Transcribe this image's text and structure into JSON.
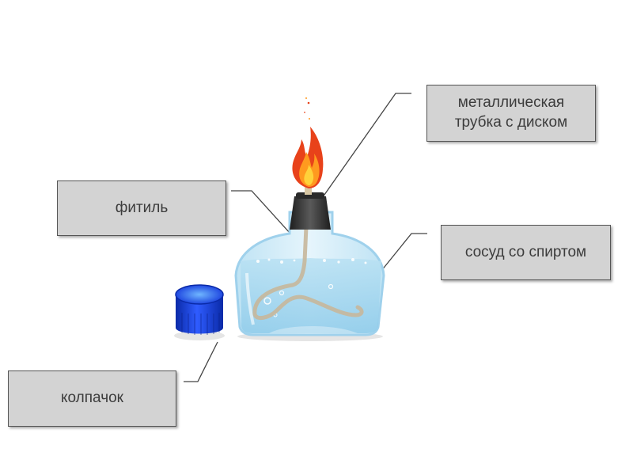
{
  "labels": {
    "tube": "металлическая трубка с диском",
    "wick": "фитиль",
    "vessel": "сосуд со спиртом",
    "cap": "колпачок"
  },
  "colors": {
    "box_fill": "#d3d3d3",
    "box_border": "#555555",
    "text": "#3c3c3c",
    "leader_line": "#444444",
    "glass": "#cfeaf7",
    "alcohol": "#a9d8f0",
    "cap": "#1a3fd6",
    "flame_outer": "#e8421a",
    "flame_inner": "#ffd23a"
  },
  "icons": [
    "spirit-lamp-icon",
    "cap-icon",
    "flame-icon"
  ]
}
